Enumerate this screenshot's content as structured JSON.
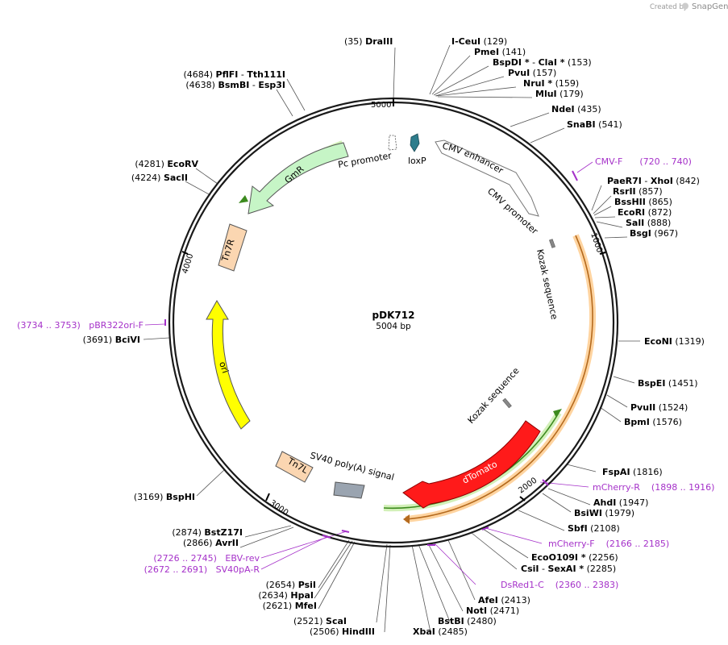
{
  "credit": {
    "prefix": "Created by",
    "brand": "SnapGene"
  },
  "plasmid": {
    "name": "pDK712",
    "size_label": "5004 bp",
    "length": 5004
  },
  "ticks": [
    {
      "pos": 1000,
      "label": "1000"
    },
    {
      "pos": 2000,
      "label": "2000"
    },
    {
      "pos": 3000,
      "label": "3000"
    },
    {
      "pos": 4000,
      "label": "4000"
    },
    {
      "pos": 5000,
      "label": "5000"
    }
  ],
  "sites_right": [
    {
      "text": [
        [
          "(35)  ",
          "n"
        ],
        [
          "DraIII",
          "b"
        ]
      ]
    },
    {
      "text": [
        [
          "I-CeuI",
          "b"
        ],
        [
          "  (129)",
          "n"
        ]
      ]
    },
    {
      "text": [
        [
          "PmeI",
          "b"
        ],
        [
          "  (141)",
          "n"
        ]
      ]
    },
    {
      "text": [
        [
          "BspDI *",
          "b"
        ],
        [
          "  -  ",
          "n"
        ],
        [
          "ClaI *",
          "b"
        ],
        [
          "  (153)",
          "n"
        ]
      ]
    },
    {
      "text": [
        [
          "PvuI",
          "b"
        ],
        [
          "  (157)",
          "n"
        ]
      ]
    },
    {
      "text": [
        [
          "NruI *",
          "b"
        ],
        [
          "  (159)",
          "n"
        ]
      ]
    },
    {
      "text": [
        [
          "MluI",
          "b"
        ],
        [
          "  (179)",
          "n"
        ]
      ]
    },
    {
      "text": [
        [
          "NdeI",
          "b"
        ],
        [
          "  (435)",
          "n"
        ]
      ]
    },
    {
      "text": [
        [
          "SnaBI",
          "b"
        ],
        [
          "  (541)",
          "n"
        ]
      ]
    },
    {
      "text": [
        [
          "PaeR7I",
          "b"
        ],
        [
          "  -  ",
          "n"
        ],
        [
          "XhoI",
          "b"
        ],
        [
          "  (842)",
          "n"
        ]
      ]
    },
    {
      "text": [
        [
          "RsrII",
          "b"
        ],
        [
          "  (857)",
          "n"
        ]
      ]
    },
    {
      "text": [
        [
          "BssHII",
          "b"
        ],
        [
          "  (865)",
          "n"
        ]
      ]
    },
    {
      "text": [
        [
          "EcoRI",
          "b"
        ],
        [
          "  (872)",
          "n"
        ]
      ]
    },
    {
      "text": [
        [
          "SalI",
          "b"
        ],
        [
          "  (888)",
          "n"
        ]
      ]
    },
    {
      "text": [
        [
          "BsgI",
          "b"
        ],
        [
          "  (967)",
          "n"
        ]
      ]
    },
    {
      "text": [
        [
          "EcoNI",
          "b"
        ],
        [
          "  (1319)",
          "n"
        ]
      ]
    },
    {
      "text": [
        [
          "BspEI",
          "b"
        ],
        [
          "  (1451)",
          "n"
        ]
      ]
    },
    {
      "text": [
        [
          "PvuII",
          "b"
        ],
        [
          "  (1524)",
          "n"
        ]
      ]
    },
    {
      "text": [
        [
          "BpmI",
          "b"
        ],
        [
          "  (1576)",
          "n"
        ]
      ]
    },
    {
      "text": [
        [
          "FspAI",
          "b"
        ],
        [
          "  (1816)",
          "n"
        ]
      ]
    },
    {
      "text": [
        [
          "AhdI",
          "b"
        ],
        [
          "  (1947)",
          "n"
        ]
      ]
    },
    {
      "text": [
        [
          "BsiWI",
          "b"
        ],
        [
          "  (1979)",
          "n"
        ]
      ]
    },
    {
      "text": [
        [
          "SbfI",
          "b"
        ],
        [
          "  (2108)",
          "n"
        ]
      ]
    },
    {
      "text": [
        [
          "EcoO109I *",
          "b"
        ],
        [
          "  (2256)",
          "n"
        ]
      ]
    },
    {
      "text": [
        [
          "CsiI",
          "b"
        ],
        [
          "  -  ",
          "n"
        ],
        [
          "SexAI *",
          "b"
        ],
        [
          "  (2285)",
          "n"
        ]
      ]
    },
    {
      "text": [
        [
          "AfeI",
          "b"
        ],
        [
          "  (2413)",
          "n"
        ]
      ]
    },
    {
      "text": [
        [
          "NotI",
          "b"
        ],
        [
          "  (2471)",
          "n"
        ]
      ]
    },
    {
      "text": [
        [
          "BstBI",
          "b"
        ],
        [
          "  (2480)",
          "n"
        ]
      ]
    },
    {
      "text": [
        [
          "XbaI",
          "b"
        ],
        [
          "  (2485)",
          "n"
        ]
      ]
    }
  ],
  "sites_left": [
    {
      "text": [
        [
          "(4684)  ",
          "n"
        ],
        [
          "PflFI",
          "b"
        ],
        [
          "  -  ",
          "n"
        ],
        [
          "Tth111I",
          "b"
        ]
      ]
    },
    {
      "text": [
        [
          "(4638)  ",
          "n"
        ],
        [
          "BsmBI",
          "b"
        ],
        [
          "  -  ",
          "n"
        ],
        [
          "Esp3I",
          "b"
        ]
      ]
    },
    {
      "text": [
        [
          "(4281)  ",
          "n"
        ],
        [
          "EcoRV",
          "b"
        ]
      ]
    },
    {
      "text": [
        [
          "(4224)  ",
          "n"
        ],
        [
          "SacII",
          "b"
        ]
      ]
    },
    {
      "text": [
        [
          "(3691)  ",
          "n"
        ],
        [
          "BciVI",
          "b"
        ]
      ]
    },
    {
      "text": [
        [
          "(3169)  ",
          "n"
        ],
        [
          "BspHI",
          "b"
        ]
      ]
    },
    {
      "text": [
        [
          "(2874)  ",
          "n"
        ],
        [
          "BstZ17I",
          "b"
        ]
      ]
    },
    {
      "text": [
        [
          "(2866)  ",
          "n"
        ],
        [
          "AvrII",
          "b"
        ]
      ]
    },
    {
      "text": [
        [
          "(2654)  ",
          "n"
        ],
        [
          "PsiI",
          "b"
        ]
      ]
    },
    {
      "text": [
        [
          "(2634)  ",
          "n"
        ],
        [
          "HpaI",
          "b"
        ]
      ]
    },
    {
      "text": [
        [
          "(2621)  ",
          "n"
        ],
        [
          "MfeI",
          "b"
        ]
      ]
    },
    {
      "text": [
        [
          "(2521)  ",
          "n"
        ],
        [
          "ScaI",
          "b"
        ]
      ]
    },
    {
      "text": [
        [
          "(2506)  ",
          "n"
        ],
        [
          "HindIII",
          "b"
        ]
      ]
    }
  ],
  "primers": [
    {
      "name": "CMV-F",
      "range": "(720 .. 740)",
      "label": "CMV-F      (720 .. 740)"
    },
    {
      "name": "pBR322ori-F",
      "range": "(3734 .. 3753)",
      "label": "(3734 .. 3753)   pBR322ori-F"
    },
    {
      "name": "mCherry-R",
      "range": "(1898 .. 1916)",
      "label": "mCherry-R    (1898 .. 1916)"
    },
    {
      "name": "mCherry-F",
      "range": "(2166 .. 2185)",
      "label": "mCherry-F    (2166 .. 2185)"
    },
    {
      "name": "DsRed1-C",
      "range": "(2360 .. 2383)",
      "label": "DsRed1-C    (2360 .. 2383)"
    },
    {
      "name": "EBV-rev",
      "range": "(2726 .. 2745)",
      "label": "(2726 .. 2745)   EBV-rev"
    },
    {
      "name": "SV40pA-R",
      "range": "(2672 .. 2691)",
      "label": "(2672 .. 2691)   SV40pA-R"
    }
  ],
  "features": {
    "cmv_enhancer": "CMV enhancer",
    "cmv_promoter": "CMV promoter",
    "kozak1": "Kozak sequence",
    "kozak2": "Kozak sequence",
    "dtomato": "dTomato",
    "sv40": "SV40 poly(A) signal",
    "tn7l": "Tn7L",
    "ori": "ori",
    "tn7r": "Tn7R",
    "gmr": "GmR",
    "pc_promoter": "Pc promoter",
    "loxp": "loxP"
  },
  "colors": {
    "backbone": "#1a1a1a",
    "dtomato": "#ff1a1a",
    "ori": "#ffff00",
    "gmr": "#c6f5c6",
    "tn7": "#fbd6b1",
    "loxp": "#2e7d8c",
    "primer": "#a531c9",
    "orange_arc": "#ffd4a0",
    "green_arc": "#d2f0b8"
  }
}
